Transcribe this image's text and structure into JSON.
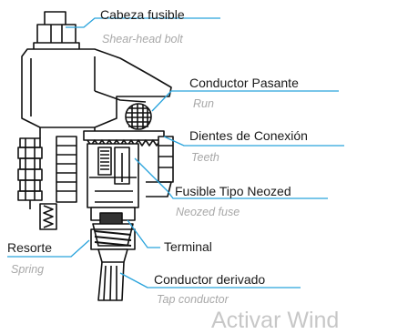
{
  "callouts": {
    "shear_head_bolt": {
      "es": "Cabeza fusible",
      "en": "Shear-head bolt"
    },
    "run": {
      "es": "Conductor Pasante",
      "en": "Run"
    },
    "teeth": {
      "es": "Dientes de Conexión",
      "en": "Teeth"
    },
    "neozed_fuse": {
      "es": "Fusible Tipo Neozed",
      "en": "Neozed fuse"
    },
    "terminal": {
      "es": "Terminal"
    },
    "spring": {
      "es": "Resorte",
      "en": "Spring"
    },
    "tap_conductor": {
      "es": "Conductor derivado",
      "en": "Tap conductor"
    }
  },
  "watermark": "Activar Wind",
  "colors": {
    "callout_line": "#29a3dc",
    "outline": "#111111",
    "english_text": "#a8a8a8"
  }
}
